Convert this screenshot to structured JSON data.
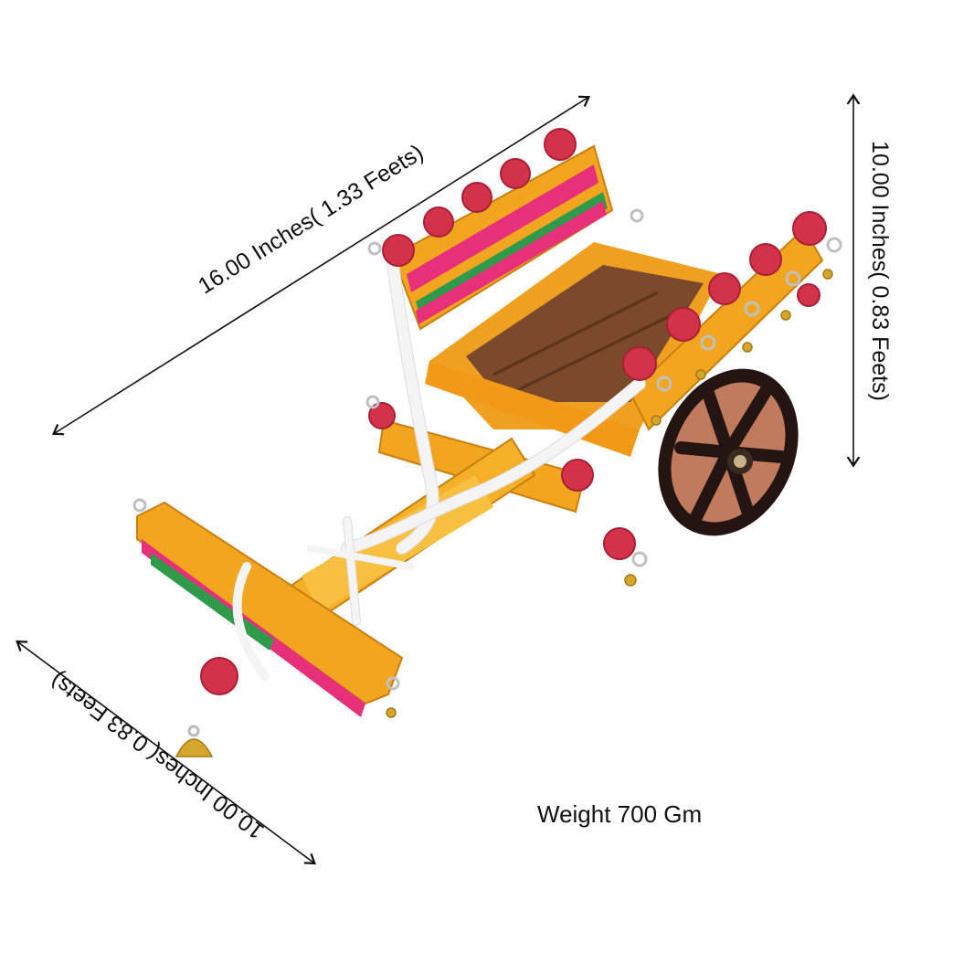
{
  "dimensions": {
    "length": {
      "label": "16.00 Inches( 1.33 Feets)",
      "inches": 16.0,
      "feet": 1.33
    },
    "height": {
      "label": "10.00 Inches( 0.83 Feets)",
      "inches": 10.0,
      "feet": 0.83
    },
    "width": {
      "label": "10.00 Inches( 0.83 Feets)",
      "inches": 10.0,
      "feet": 0.83
    }
  },
  "weight": {
    "label": "Weight 700 Gm",
    "grams": 700
  },
  "product": {
    "description": "Decorative wooden bullock cart toy with red knobs, bells, tassels and rope",
    "colors": {
      "wood": "#f2a51f",
      "knob": "#d3324a",
      "wheel": "#2a1a14",
      "wheel_accent": "#c07a5e",
      "rope": "#f4f4f4",
      "bell": "#d4a72c",
      "tassel_pink": "#e8307a",
      "tassel_green": "#2e9a4a",
      "floor": "#6b4226"
    }
  }
}
